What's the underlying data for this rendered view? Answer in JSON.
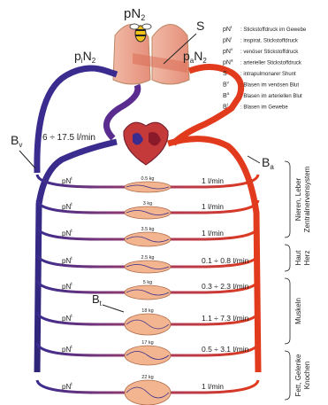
{
  "top": {
    "lung_label": "pN",
    "lung_sub": "2",
    "shunt_label": "S",
    "left_label": "p",
    "left_sub1": "i",
    "left_main": "N",
    "left_sub2": "2",
    "right_label": "p",
    "right_sub1": "a",
    "right_main": "N",
    "right_sub2": "2"
  },
  "legend": [
    {
      "sym": "pN",
      "sub": "t",
      "text": "Stickstoffdruck im Gewebe"
    },
    {
      "sym": "pN",
      "sub": "i",
      "text": "inspirat. Stickstoffdruck"
    },
    {
      "sym": "pN",
      "sub": "v",
      "text": "venöser Stickstoffdruck"
    },
    {
      "sym": "pN",
      "sub": "a",
      "text": "arterieller Stickstoffdruck"
    },
    {
      "sym": "S",
      "sub": "",
      "text": "intrapulmonarer Shunt"
    },
    {
      "sym": "B",
      "sub": "v",
      "text": "Blasen im venösen Blut"
    },
    {
      "sym": "B",
      "sub": "a",
      "text": "Blasen im arteriellen Blut"
    },
    {
      "sym": "B",
      "sub": "t",
      "text": "Blasen im Gewebe"
    }
  ],
  "flow_total": "6 ÷ 17.5 l/min",
  "labels": {
    "bv": "B",
    "bv_sub": "v",
    "ba": "B",
    "ba_sub": "a",
    "bt": "B",
    "bt_sub": "t"
  },
  "tissues": [
    {
      "pn": "pN",
      "sub": "t",
      "mass": "0.5 kg",
      "flow": "1 l/min"
    },
    {
      "pn": "pN",
      "sub": "t",
      "mass": "3 kg",
      "flow": "1 l/min"
    },
    {
      "pn": "pN",
      "sub": "t",
      "mass": "3.5 kg",
      "flow": "1 l/min"
    },
    {
      "pn": "pN",
      "sub": "t",
      "mass": "2.5 kg",
      "flow": "0.1 ÷ 0.8 l/min"
    },
    {
      "pn": "pN",
      "sub": "t",
      "mass": "5 kg",
      "flow": "0.3 ÷ 2.3 l/min"
    },
    {
      "pn": "pN",
      "sub": "t",
      "mass": "18 kg",
      "flow": "1.1 ÷ 7.3 l/min"
    },
    {
      "pn": "pN",
      "sub": "t",
      "mass": "17 kg",
      "flow": "0.5 ÷ 3.1 l/min"
    },
    {
      "pn": "pN",
      "sub": "t",
      "mass": "22 kg",
      "flow": "1 l/min"
    }
  ],
  "groups": [
    {
      "label": "Nieren, Leber Zentralnervensystem",
      "line1": "Nieren, Leber",
      "line2": "Zentralnervensystem"
    },
    {
      "label": "Haut Herz",
      "line1": "Haut",
      "line2": "Herz"
    },
    {
      "label": "Muskeln",
      "line1": "Muskeln",
      "line2": ""
    },
    {
      "label": "Fett, Gelenke Knochen",
      "line1": "Fett, Gelenke",
      "line2": "Knochen"
    }
  ],
  "colors": {
    "vein": "#3a2c8f",
    "artery": "#e23a1c",
    "tissue": "#e8a070",
    "lung": "#f2b5a3"
  }
}
